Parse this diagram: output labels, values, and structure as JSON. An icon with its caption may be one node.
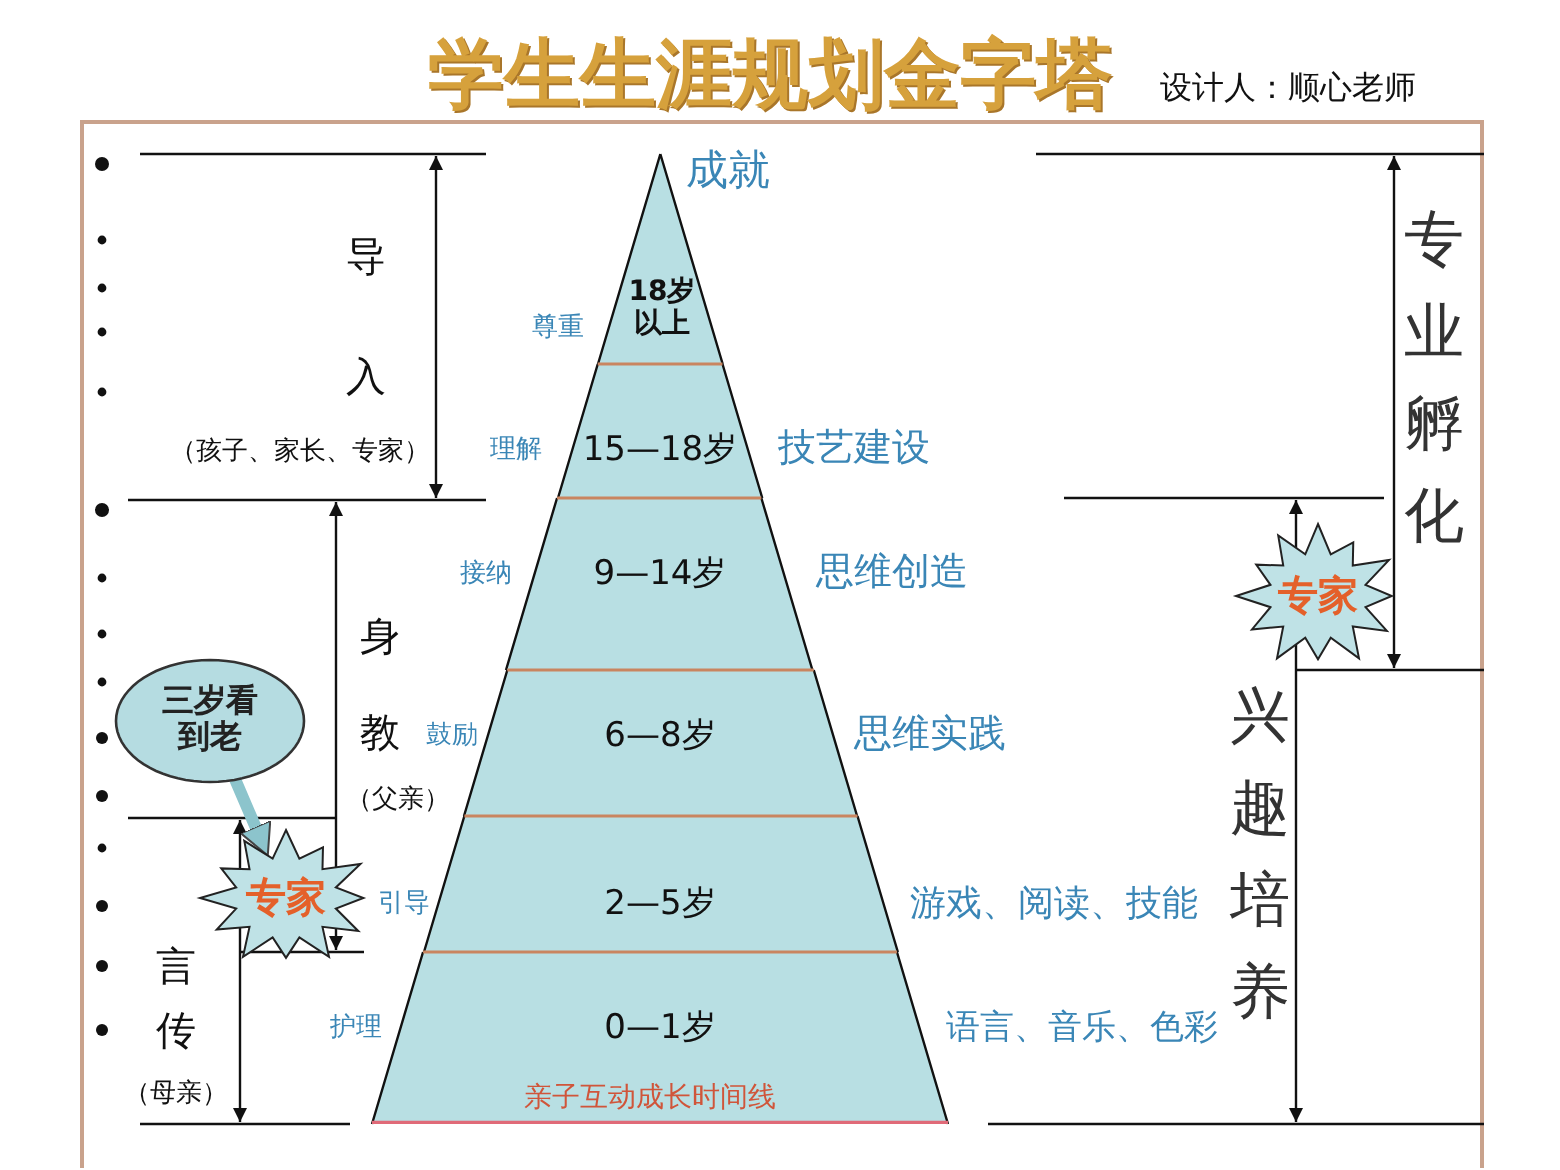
{
  "diagram": {
    "title": "学生生涯规划金字塔",
    "nodes": [
      {
        "text": [
          "18岁以上"
        ],
        "beside": [
          "成就",
          "尊重"
        ]
      },
      {
        "text": [
          "15—18岁"
        ],
        "beside": [
          "理解",
          "技艺建设"
        ]
      },
      {
        "text": [
          "9—14岁"
        ],
        "beside": [
          "接纳",
          "思维创造"
        ]
      },
      {
        "text": [
          "6—8岁"
        ],
        "beside": [
          "鼓励",
          "思维实践"
        ]
      },
      {
        "text": [
          "2—5岁"
        ],
        "beside": [
          "引导",
          "游戏、阅读、技能"
        ]
      },
      {
        "text": [
          "0—1岁",
          "亲子互动成长时间线"
        ],
        "beside": [
          "护理",
          "语言、音乐、色彩"
        ]
      },
      {
        "text": [
          "三岁看到老"
        ]
      },
      {
        "text": [
          "专家"
        ]
      },
      {
        "text": [
          "专家"
        ]
      }
    ],
    "edges": [
      {
        "from": 6,
        "to": 7,
        "arrow": "to"
      }
    ],
    "labels": [
      "设计人：顺心老师",
      "导入",
      "（孩子、家长、专家）",
      "身教",
      "（父亲）",
      "言传",
      "（母亲）",
      "专业孵化",
      "兴趣培养"
    ]
  }
}
